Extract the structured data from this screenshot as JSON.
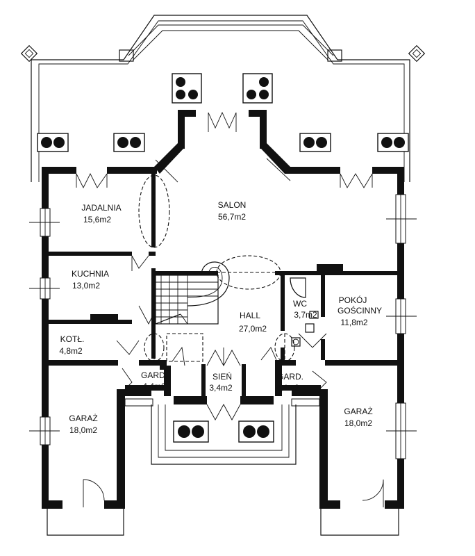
{
  "rooms": {
    "jadalnia": {
      "name": "JADALNIA",
      "area": "15,6m2"
    },
    "salon": {
      "name": "SALON",
      "area": "56,7m2"
    },
    "kuchnia": {
      "name": "KUCHNIA",
      "area": "13,0m2"
    },
    "hall": {
      "name": "HALL",
      "area": "27,0m2"
    },
    "wc": {
      "name": "WC",
      "area": "3,7m2"
    },
    "pokoj": {
      "name1": "POKÓJ",
      "name2": "GOŚCINNY",
      "area": "11,8m2"
    },
    "kotl": {
      "name": "KOTŁ.",
      "area": "4,8m2"
    },
    "gard_left": {
      "name": "GARD.",
      "area": "4,4m2"
    },
    "sien": {
      "name": "SIEŃ",
      "area": "3,4m2"
    },
    "gard_right": {
      "name": "GARD.",
      "area": "4,4m2"
    },
    "garaz_left": {
      "name": "GARAŻ",
      "area": "18,0m2"
    },
    "garaz_right": {
      "name": "GARAŻ",
      "area": "18,0m2"
    }
  }
}
